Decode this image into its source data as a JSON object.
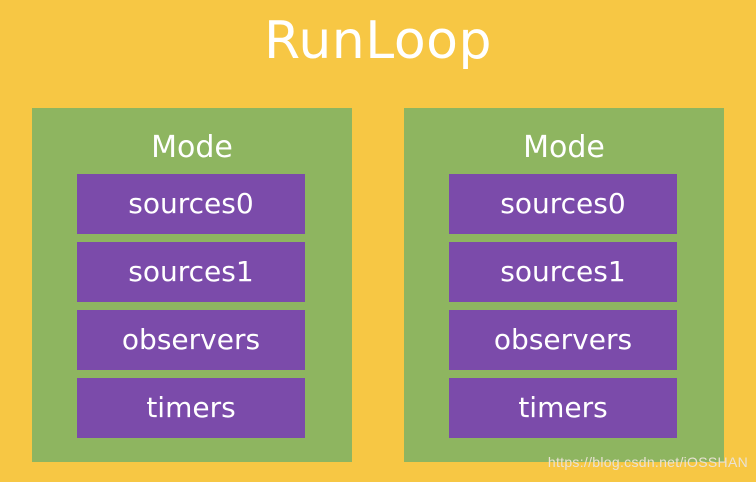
{
  "title": "RunLoop",
  "modes": [
    {
      "label": "Mode",
      "items": [
        "sources0",
        "sources1",
        "observers",
        "timers"
      ]
    },
    {
      "label": "Mode",
      "items": [
        "sources0",
        "sources1",
        "observers",
        "timers"
      ]
    }
  ],
  "watermark": "https://blog.csdn.net/iOSSHAN",
  "colors": {
    "background": "#F7C744",
    "mode_box": "#8EB560",
    "item_box": "#7B4BAA",
    "text": "#FFFFFF"
  }
}
